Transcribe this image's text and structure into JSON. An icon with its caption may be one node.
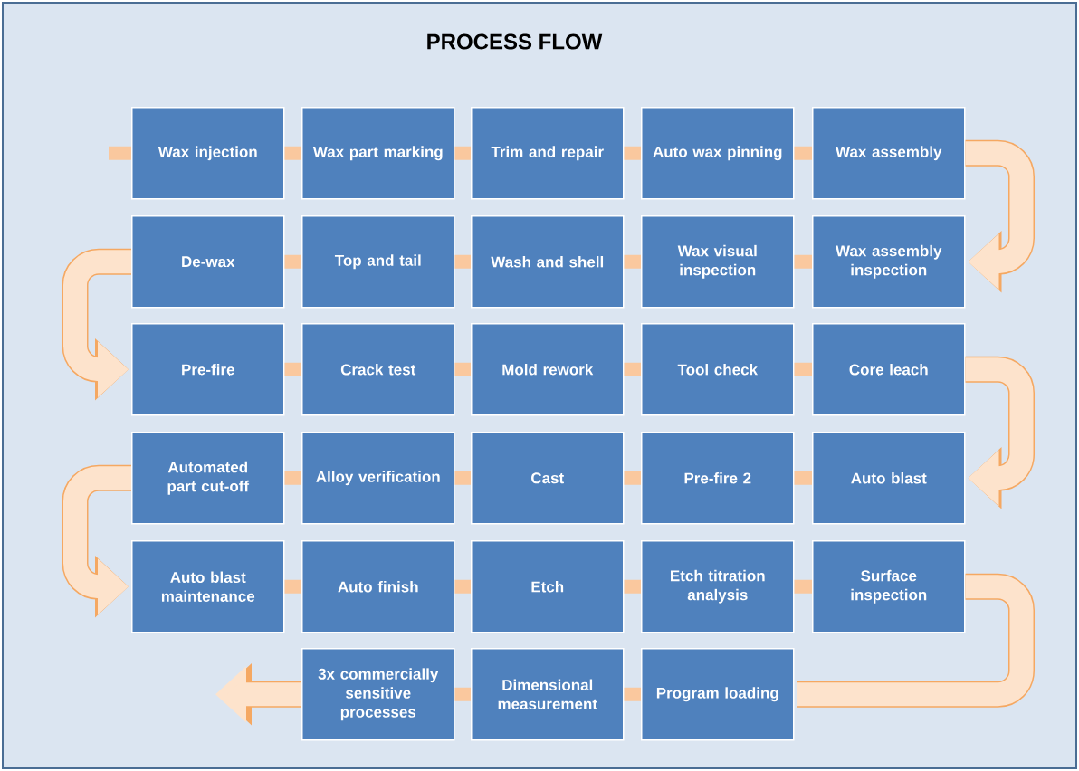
{
  "diagram": {
    "title": "PROCESS FLOW",
    "nodes": [
      {
        "text": [
          "Wax injection"
        ]
      },
      {
        "text": [
          "Wax part marking"
        ]
      },
      {
        "text": [
          "Trim and repair"
        ]
      },
      {
        "text": [
          "Auto wax pinning"
        ]
      },
      {
        "text": [
          "Wax assembly"
        ]
      },
      {
        "text": [
          "De-wax"
        ]
      },
      {
        "text": [
          "Top and tail"
        ]
      },
      {
        "text": [
          "Wash and shell"
        ]
      },
      {
        "text": [
          "Wax visual inspection"
        ]
      },
      {
        "text": [
          "Wax assembly inspection"
        ]
      },
      {
        "text": [
          "Pre-fire"
        ]
      },
      {
        "text": [
          "Crack test"
        ]
      },
      {
        "text": [
          "Mold rework"
        ]
      },
      {
        "text": [
          "Tool check"
        ]
      },
      {
        "text": [
          "Core leach"
        ]
      },
      {
        "text": [
          "Automated part cut-off"
        ]
      },
      {
        "text": [
          "Alloy verification"
        ]
      },
      {
        "text": [
          "Cast"
        ]
      },
      {
        "text": [
          "Pre-fire 2"
        ]
      },
      {
        "text": [
          "Auto blast"
        ]
      },
      {
        "text": [
          "Auto blast maintenance"
        ]
      },
      {
        "text": [
          "Auto finish"
        ]
      },
      {
        "text": [
          "Etch"
        ]
      },
      {
        "text": [
          "Etch titration analysis"
        ]
      },
      {
        "text": [
          "Surface inspection"
        ]
      },
      {
        "text": [
          "3x commercially sensitive processes"
        ]
      },
      {
        "text": [
          "Dimensional measurement"
        ]
      },
      {
        "text": [
          "Program loading"
        ]
      }
    ],
    "edges": [
      {
        "from": null,
        "to": 0,
        "arrow": "none"
      },
      {
        "from": 0,
        "to": 1,
        "arrow": "none"
      },
      {
        "from": 1,
        "to": 2,
        "arrow": "none"
      },
      {
        "from": 2,
        "to": 3,
        "arrow": "none"
      },
      {
        "from": 3,
        "to": 4,
        "arrow": "none"
      },
      {
        "from": 4,
        "to": 9,
        "arrow": "to",
        "style": "thick"
      },
      {
        "from": 9,
        "to": 8,
        "arrow": "none"
      },
      {
        "from": 8,
        "to": 7,
        "arrow": "none"
      },
      {
        "from": 7,
        "to": 6,
        "arrow": "none"
      },
      {
        "from": 6,
        "to": 5,
        "arrow": "none"
      },
      {
        "from": 5,
        "to": 10,
        "arrow": "to",
        "style": "thick"
      },
      {
        "from": 10,
        "to": 11,
        "arrow": "none"
      },
      {
        "from": 11,
        "to": 12,
        "arrow": "none"
      },
      {
        "from": 12,
        "to": 13,
        "arrow": "none"
      },
      {
        "from": 13,
        "to": 14,
        "arrow": "none"
      },
      {
        "from": 14,
        "to": 19,
        "arrow": "to",
        "style": "thick"
      },
      {
        "from": 19,
        "to": 18,
        "arrow": "none"
      },
      {
        "from": 18,
        "to": 17,
        "arrow": "none"
      },
      {
        "from": 17,
        "to": 16,
        "arrow": "none"
      },
      {
        "from": 16,
        "to": 15,
        "arrow": "none"
      },
      {
        "from": 15,
        "to": 20,
        "arrow": "to",
        "style": "thick"
      },
      {
        "from": 20,
        "to": 21,
        "arrow": "none"
      },
      {
        "from": 21,
        "to": 22,
        "arrow": "none"
      },
      {
        "from": 22,
        "to": 23,
        "arrow": "none"
      },
      {
        "from": 23,
        "to": 24,
        "arrow": "none"
      },
      {
        "from": 24,
        "to": 27,
        "arrow": "none",
        "style": "thick"
      },
      {
        "from": 27,
        "to": 26,
        "arrow": "none"
      },
      {
        "from": 26,
        "to": 25,
        "arrow": "none"
      },
      {
        "from": 25,
        "to": null,
        "arrow": "to"
      }
    ]
  }
}
